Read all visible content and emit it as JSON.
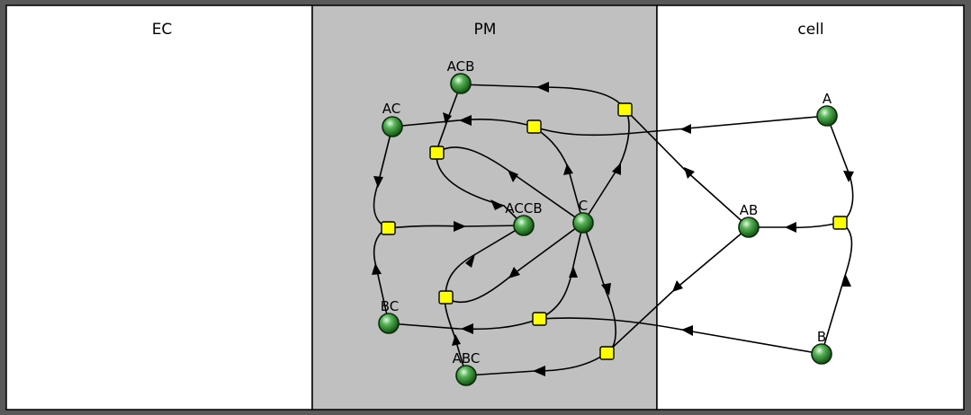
{
  "compartments": {
    "ec": "EC",
    "pm": "PM",
    "cell": "cell"
  },
  "species": {
    "ACB": "ACB",
    "AC": "AC",
    "ACCB": "ACCB",
    "C": "C",
    "BC": "BC",
    "ABC": "ABC",
    "A": "A",
    "AB": "AB",
    "B": "B"
  },
  "colors": {
    "pm_background": "#c0c0c0",
    "outer_frame": "#595959",
    "reaction_fill": "#ffff00",
    "species_fill": "#1e7a1e"
  }
}
